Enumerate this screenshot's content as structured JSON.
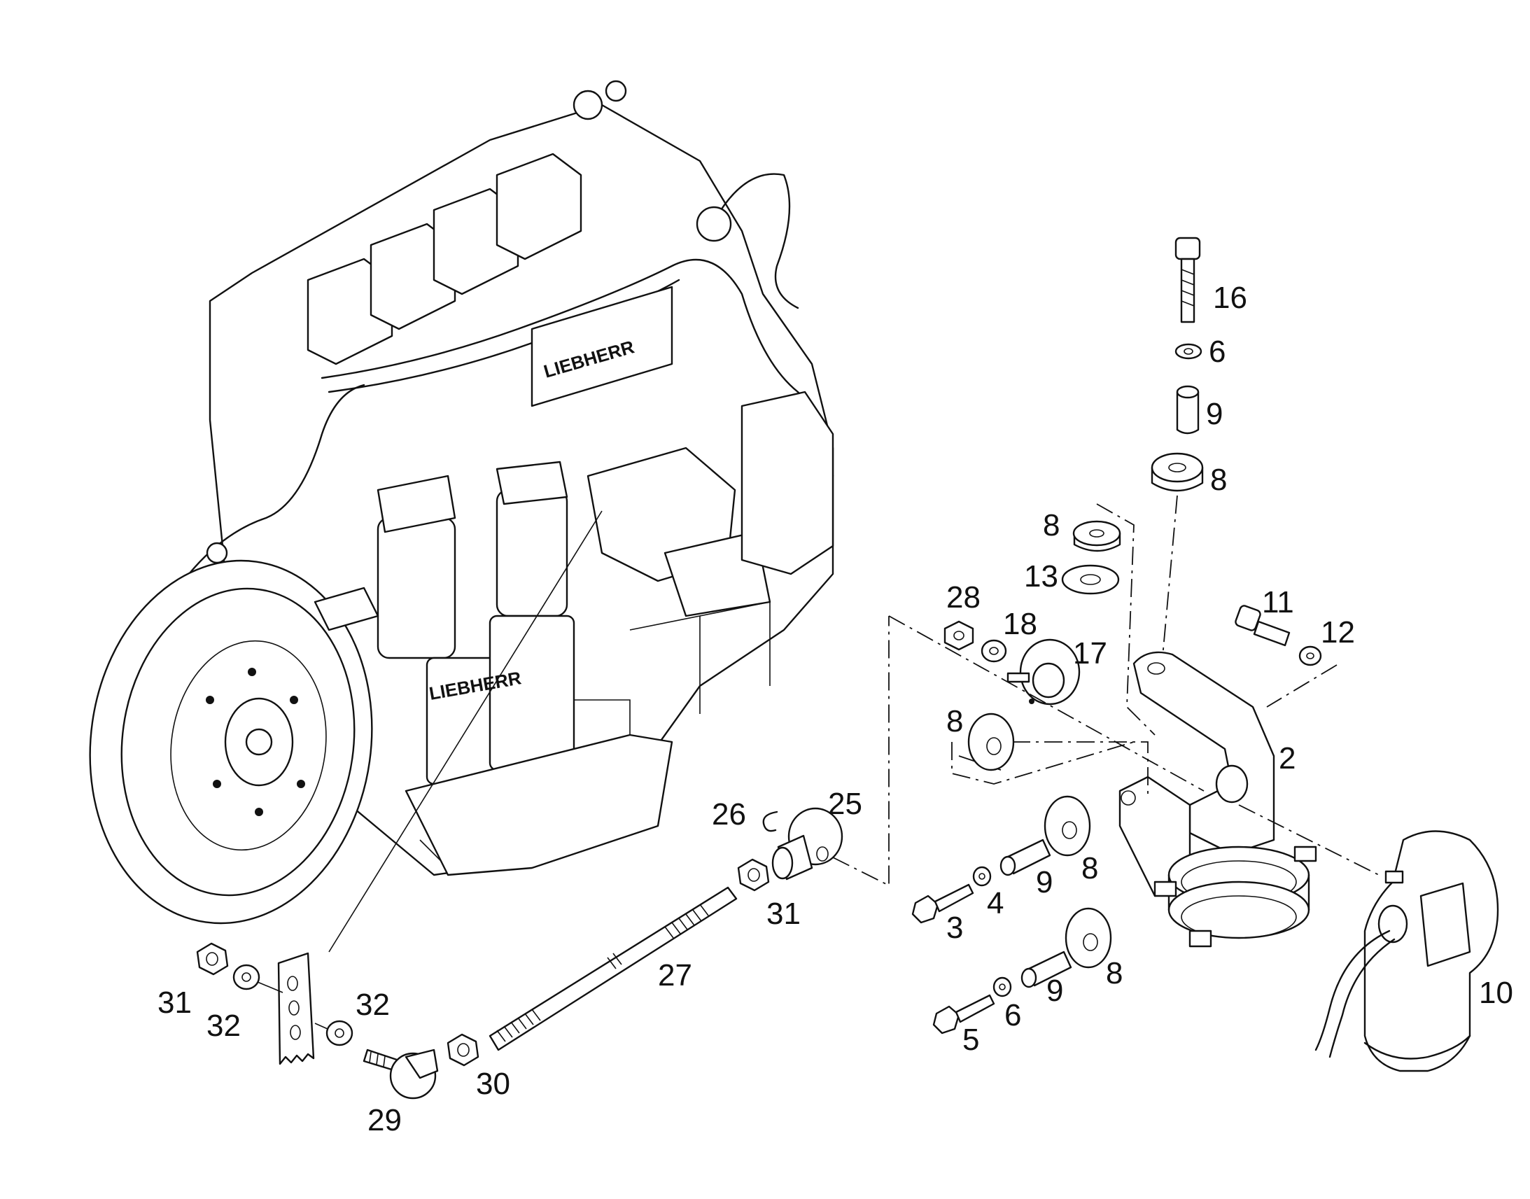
{
  "diagram": {
    "brand_marking": "LIEBHERR",
    "callouts": [
      {
        "id": "c16",
        "text": "16"
      },
      {
        "id": "c6a",
        "text": "6"
      },
      {
        "id": "c9a",
        "text": "9"
      },
      {
        "id": "c8a",
        "text": "8"
      },
      {
        "id": "c8b",
        "text": "8"
      },
      {
        "id": "c13",
        "text": "13"
      },
      {
        "id": "c28",
        "text": "28"
      },
      {
        "id": "c18",
        "text": "18"
      },
      {
        "id": "c17",
        "text": "17"
      },
      {
        "id": "c11",
        "text": "11"
      },
      {
        "id": "c12",
        "text": "12"
      },
      {
        "id": "c8c",
        "text": "8"
      },
      {
        "id": "c2",
        "text": "2"
      },
      {
        "id": "c26",
        "text": "26"
      },
      {
        "id": "c25",
        "text": "25"
      },
      {
        "id": "c31a",
        "text": "31"
      },
      {
        "id": "c9b",
        "text": "9"
      },
      {
        "id": "c8d",
        "text": "8"
      },
      {
        "id": "c3",
        "text": "3"
      },
      {
        "id": "c4",
        "text": "4"
      },
      {
        "id": "c27",
        "text": "27"
      },
      {
        "id": "c9c",
        "text": "9"
      },
      {
        "id": "c8e",
        "text": "8"
      },
      {
        "id": "c10",
        "text": "10"
      },
      {
        "id": "c31b",
        "text": "31"
      },
      {
        "id": "c32a",
        "text": "32"
      },
      {
        "id": "c32b",
        "text": "32"
      },
      {
        "id": "c5",
        "text": "5"
      },
      {
        "id": "c6b",
        "text": "6"
      },
      {
        "id": "c30",
        "text": "30"
      },
      {
        "id": "c29",
        "text": "29"
      }
    ]
  }
}
